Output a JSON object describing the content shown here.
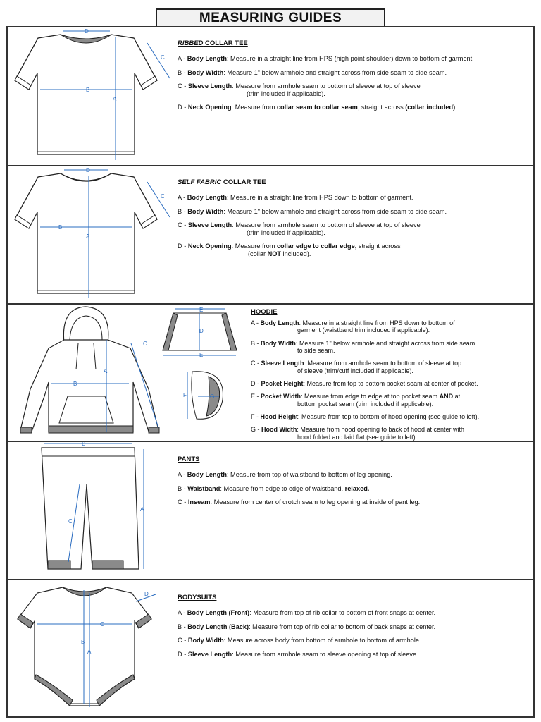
{
  "title": "MEASURING GUIDES",
  "sections": [
    {
      "heading_em": "RIBBED",
      "heading_rest": " COLLAR TEE",
      "items": [
        {
          "letter": "A - ",
          "label": "Body Length",
          "text": ": Measure in a straight line from HPS (high point shoulder) down to bottom of garment.",
          "cont": ""
        },
        {
          "letter": "B - ",
          "label": "Body Width",
          "text": ": Measure 1\" below armhole and straight across from side seam to side seam.",
          "cont": ""
        },
        {
          "letter": "C - ",
          "label": "Sleeve Length",
          "text": ": Measure from armhole seam to bottom of sleeve at top of sleeve",
          "cont": "(trim included if applicable)."
        },
        {
          "letter": "D - ",
          "label": "Neck Opening",
          "text": ": Measure from ",
          "bold2": "collar seam to collar seam",
          "text2": ", straight across ",
          "bold3": "(collar included)",
          "text3": ".",
          "cont": ""
        }
      ]
    },
    {
      "heading_em": "SELF FABRIC",
      "heading_rest": " COLLAR TEE",
      "items": [
        {
          "letter": "A - ",
          "label": "Body Length",
          "text": ": Measure in a straight line from HPS down to bottom of garment.",
          "cont": ""
        },
        {
          "letter": "B - ",
          "label": "Body Width",
          "text": ": Measure 1\" below armhole and straight across from side seam to side seam.",
          "cont": ""
        },
        {
          "letter": "C - ",
          "label": "Sleeve Length",
          "text": ": Measure from armhole seam to bottom of sleeve at top of sleeve",
          "cont": "(trim included if applicable)."
        },
        {
          "letter": "D - ",
          "label": "Neck Opening",
          "text": ": Measure from ",
          "bold2": "collar edge to collar edge,",
          "text2": " straight across",
          "bold3": "",
          "text3": "",
          "cont_pre": "(collar ",
          "cont_bold": "NOT",
          "cont_post": " included)."
        }
      ]
    },
    {
      "heading": "HOODIE",
      "items": [
        {
          "letter": "A - ",
          "label": "Body Length",
          "text": ": Measure in a straight line from HPS down to bottom of",
          "cont": "garment (waistband trim included if applicable)."
        },
        {
          "letter": "B - ",
          "label": "Body Width",
          "text": ": Measure 1\" below armhole and straight across from side seam",
          "cont": "to side seam."
        },
        {
          "letter": "C - ",
          "label": "Sleeve Length",
          "text": ": Measure from armhole seam to bottom of sleeve at top",
          "cont": "of sleeve (trim/cuff included if applicable)."
        },
        {
          "letter": "D - ",
          "label": "Pocket Height",
          "text": ": Measure from top to bottom pocket seam at center of pocket.",
          "cont": ""
        },
        {
          "letter": "E - ",
          "label": "Pocket Width",
          "text": ": Measure from edge to edge at top pocket seam ",
          "bold2": "AND",
          "text2": " at",
          "cont": "bottom pocket seam (trim included if applicable)."
        },
        {
          "letter": "F - ",
          "label": "Hood Height",
          "text": ": Measure from top to bottom of hood opening (see guide to left).",
          "cont": ""
        },
        {
          "letter": "G - ",
          "label": "Hood Width",
          "text": ": Measure from hood opening to back of hood at center with",
          "cont": "hood folded and laid flat (see guide to left)."
        }
      ]
    },
    {
      "heading": "PANTS",
      "items": [
        {
          "letter": "A - ",
          "label": "Body Length",
          "text": ": Measure from top of waistband to bottom of leg opening.",
          "cont": ""
        },
        {
          "letter": "B - ",
          "label": "Waistband",
          "text": ": Measure from edge to edge of waistband, ",
          "bold2": "relaxed.",
          "cont": ""
        },
        {
          "letter": "C - ",
          "label": "Inseam",
          "text": ": Measure from center of crotch seam to leg opening at inside of pant leg.",
          "cont": ""
        }
      ]
    },
    {
      "heading": "BODYSUITS",
      "items": [
        {
          "letter": "A - ",
          "label": "Body Length (Front)",
          "text": ": Measure from top of rib collar to bottom of front snaps at center.",
          "cont": ""
        },
        {
          "letter": "B - ",
          "label": "Body Length (Back)",
          "text": ": Measure from top of rib collar to bottom of back snaps at center.",
          "cont": ""
        },
        {
          "letter": "C - ",
          "label": "Body Width",
          "text": ": Measure across body from bottom of armhole to bottom of armhole.",
          "cont": ""
        },
        {
          "letter": "D - ",
          "label": "Sleeve Length",
          "text": ": Measure from armhole seam to sleeve opening at top of sleeve.",
          "cont": ""
        }
      ]
    }
  ],
  "diagram_labels": {
    "tee1": [
      "A",
      "B",
      "C",
      "D"
    ],
    "tee2": [
      "A",
      "B",
      "C",
      "D"
    ],
    "hoodie": [
      "A",
      "B",
      "C"
    ],
    "pocket": [
      "D",
      "E",
      "E"
    ],
    "hood": [
      "F",
      "G"
    ],
    "pants": [
      "A",
      "B",
      "C"
    ],
    "bodysuit": [
      "A",
      "B",
      "C",
      "D"
    ]
  },
  "colors": {
    "dimension": "#2a6cc0",
    "trim": "#8a8a8a",
    "outline": "#222222"
  }
}
